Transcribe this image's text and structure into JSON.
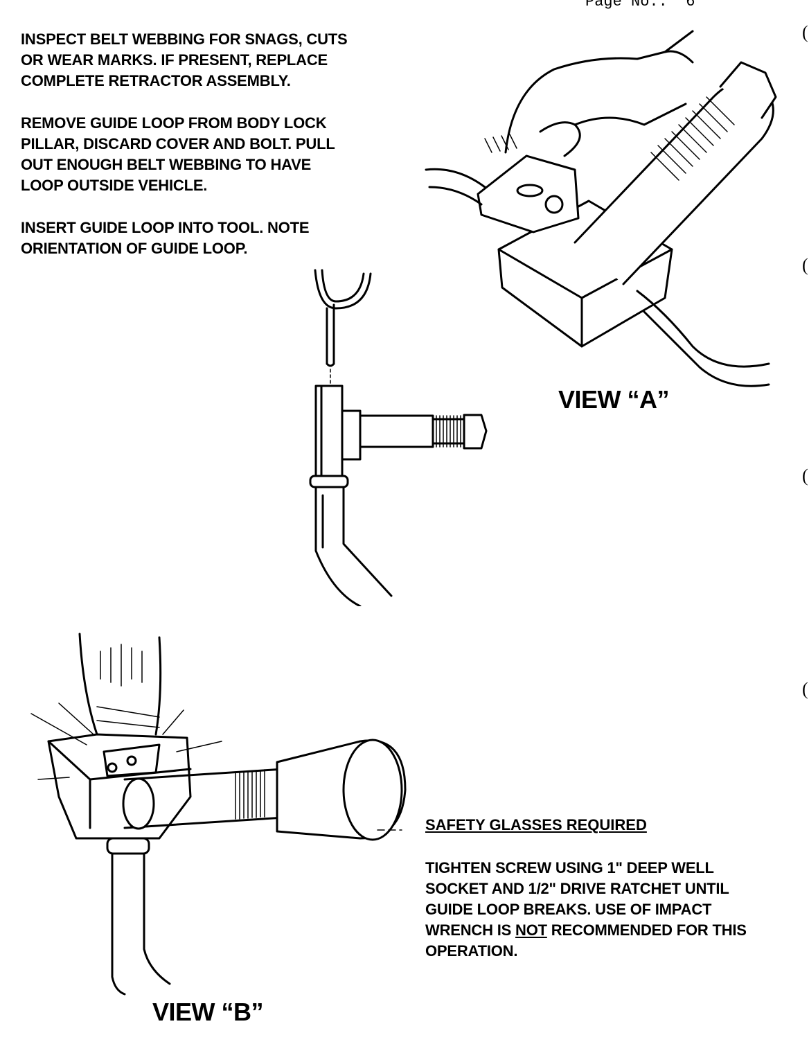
{
  "header": {
    "page_no": "Page No.:  6"
  },
  "instructions": {
    "step1": [
      "INSPECT BELT WEBBING FOR SNAGS, CUTS",
      "OR WEAR MARKS. IF PRESENT, REPLACE",
      "COMPLETE RETRACTOR ASSEMBLY."
    ],
    "step2": [
      "REMOVE GUIDE LOOP FROM BODY LOCK",
      "PILLAR, DISCARD COVER AND BOLT. PULL",
      "OUT ENOUGH BELT WEBBING TO HAVE",
      "LOOP OUTSIDE VEHICLE."
    ],
    "step3": [
      "INSERT GUIDE LOOP INTO TOOL. NOTE",
      "ORIENTATION OF GUIDE LOOP."
    ]
  },
  "view_a": {
    "label": "VIEW “A”"
  },
  "view_b": {
    "label": "VIEW “B”"
  },
  "safety": {
    "heading": "SAFETY GLASSES REQUIRED"
  },
  "tighten": {
    "line1": "TIGHTEN SCREW USING 1\" DEEP WELL",
    "line2": "SOCKET AND 1/2\" DRIVE RATCHET UNTIL",
    "line3": "GUIDE LOOP BREAKS. USE OF IMPACT",
    "line4_pre": "WRENCH IS ",
    "line4_emph": "NOT",
    "line4_post": " RECOMMENDED FOR THIS",
    "line5": "OPERATION."
  }
}
